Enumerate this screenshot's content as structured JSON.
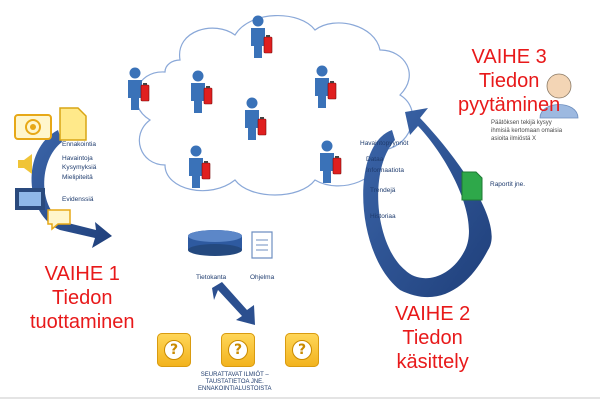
{
  "phase1": {
    "step": "VAIHE 1",
    "line1": "Tiedon",
    "line2": "tuottaminen"
  },
  "phase2": {
    "step": "VAIHE 2",
    "line1": "Tiedon",
    "line2": "käsittely"
  },
  "phase3": {
    "step": "VAIHE 3",
    "line1": "Tiedon",
    "line2": "pyytäminen"
  },
  "left_labels": {
    "ennakointia": "Ennakointia",
    "havaintoja": "Havaintoja",
    "kysymyksia": "Kysymyksiä",
    "mielipiteita": "Mielipiteitä",
    "evidenssia": "Evidenssiä"
  },
  "center_labels": {
    "tietokanta": "Tietokanta",
    "ohjelma": "Ohjelma"
  },
  "bottom_caption": {
    "line1": "SEURATTAVAT ILMIÖT –",
    "line2": "TAUSTATIETOA JNE.",
    "line3": "ENNAKOINTIALUSTOISTA"
  },
  "right_labels": {
    "havaintopyynnot": "Havaintopyynnöt",
    "dataa": "Dataa",
    "informaatiota": "Informaatiota",
    "trendeja": "Trendejä",
    "historiaa": "Historiaa",
    "raportit": "Raportit jne."
  },
  "user_note": {
    "line1": "Päätöksen tekijä kysyy",
    "line2": "ihmisiä kertomaan omaisia",
    "line3": "asioita ilmiöstä X"
  },
  "colors": {
    "title_red": "#e8191a",
    "arrow_blue": "#2b4f8f",
    "person_blue": "#3a72b8",
    "phone_red": "#e01f1f",
    "box_yellow": "#f2b21c",
    "report_green": "#2ea84a"
  }
}
